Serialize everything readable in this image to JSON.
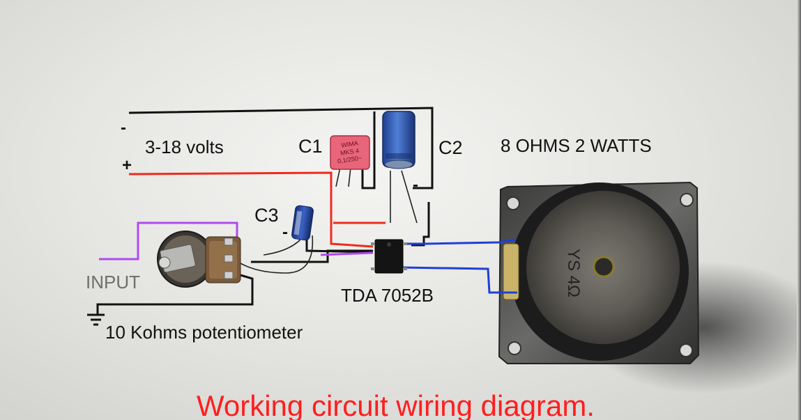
{
  "diagram": {
    "caption": "Working circuit wiring diagram.",
    "labels": {
      "supply": "3-18 volts",
      "minus_sign": "-",
      "plus_sign": "+",
      "c1": "C1",
      "c2": "C2",
      "c3": "C3",
      "c3_minus": "-",
      "c2_minus": "-",
      "speaker": "8 OHMS 2 WATTS",
      "input": "INPUT",
      "chip": "TDA 7052B",
      "pot": "10 Kohms potentiometer"
    },
    "component_markings": {
      "c1_line1": "WIMA",
      "c1_line2": "MKS 4",
      "c1_line3": "0,1/250~",
      "speaker_marking": "YS 4Ω"
    },
    "colors": {
      "wire_black": "#111111",
      "wire_red": "#ee2b1e",
      "wire_blue": "#1f3fd6",
      "wire_purple": "#b04af0",
      "caption": "#ff1e1e",
      "c1_body": "#e8657a",
      "c2_body": "#2f5fb8",
      "c3_body": "#1e3d9a"
    }
  }
}
